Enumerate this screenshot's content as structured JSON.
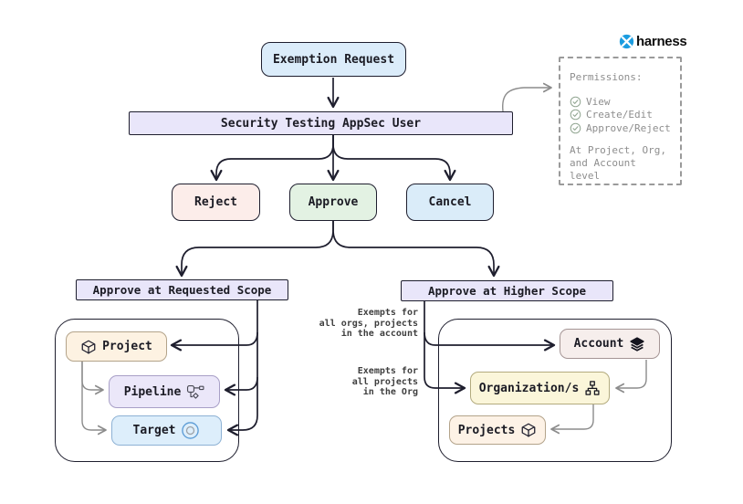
{
  "brand": {
    "name": "harness"
  },
  "flow": {
    "exemption": "Exemption Request",
    "appsec_user": "Security Testing AppSec User",
    "reject": "Reject",
    "approve": "Approve",
    "cancel": "Cancel",
    "requested_scope": "Approve at Requested Scope",
    "higher_scope": "Approve at Higher Scope",
    "project": "Project",
    "pipeline": "Pipeline",
    "target": "Target",
    "account": "Account",
    "organizations": "Organization/s",
    "projects": "Projects"
  },
  "permissions": {
    "title": "Permissions:",
    "items": [
      "View",
      "Create/Edit",
      "Approve/Reject"
    ],
    "scope_note": [
      "At Project, Org,",
      "and Account level"
    ]
  },
  "annotations": {
    "account_exempt": [
      "Exempts for",
      "all orgs, projects",
      "in the account"
    ],
    "org_exempt": [
      "Exempts for",
      "all projects",
      "in the Org"
    ]
  },
  "colors": {
    "ink": "#1e1e2e",
    "gray": "#8c8c8c",
    "blue_fill": "#dbecfa",
    "lavender_fill": "#e9e6fa",
    "reject_fill": "#fcedea",
    "approve_fill": "#e3f2e3",
    "cancel_fill": "#daecf9",
    "project_fill": "#fdf2e2",
    "project_border": "#b3a38a",
    "pipeline_fill": "#ebe7f9",
    "pipeline_border": "#a89fc7",
    "target_fill": "#ddeefb",
    "target_border": "#8db1d4",
    "account_fill": "#f6eeec",
    "account_border": "#a59595",
    "org_fill": "#fbf6da",
    "org_border": "#b3ab7e",
    "projects_fill": "#fdf2e6",
    "projects_border": "#b3a38a",
    "brand_blue": "#1a9ce0",
    "perm_text": "#8e8e8e",
    "check_green": "#93a793",
    "annot_text": "#3f3f3f"
  }
}
